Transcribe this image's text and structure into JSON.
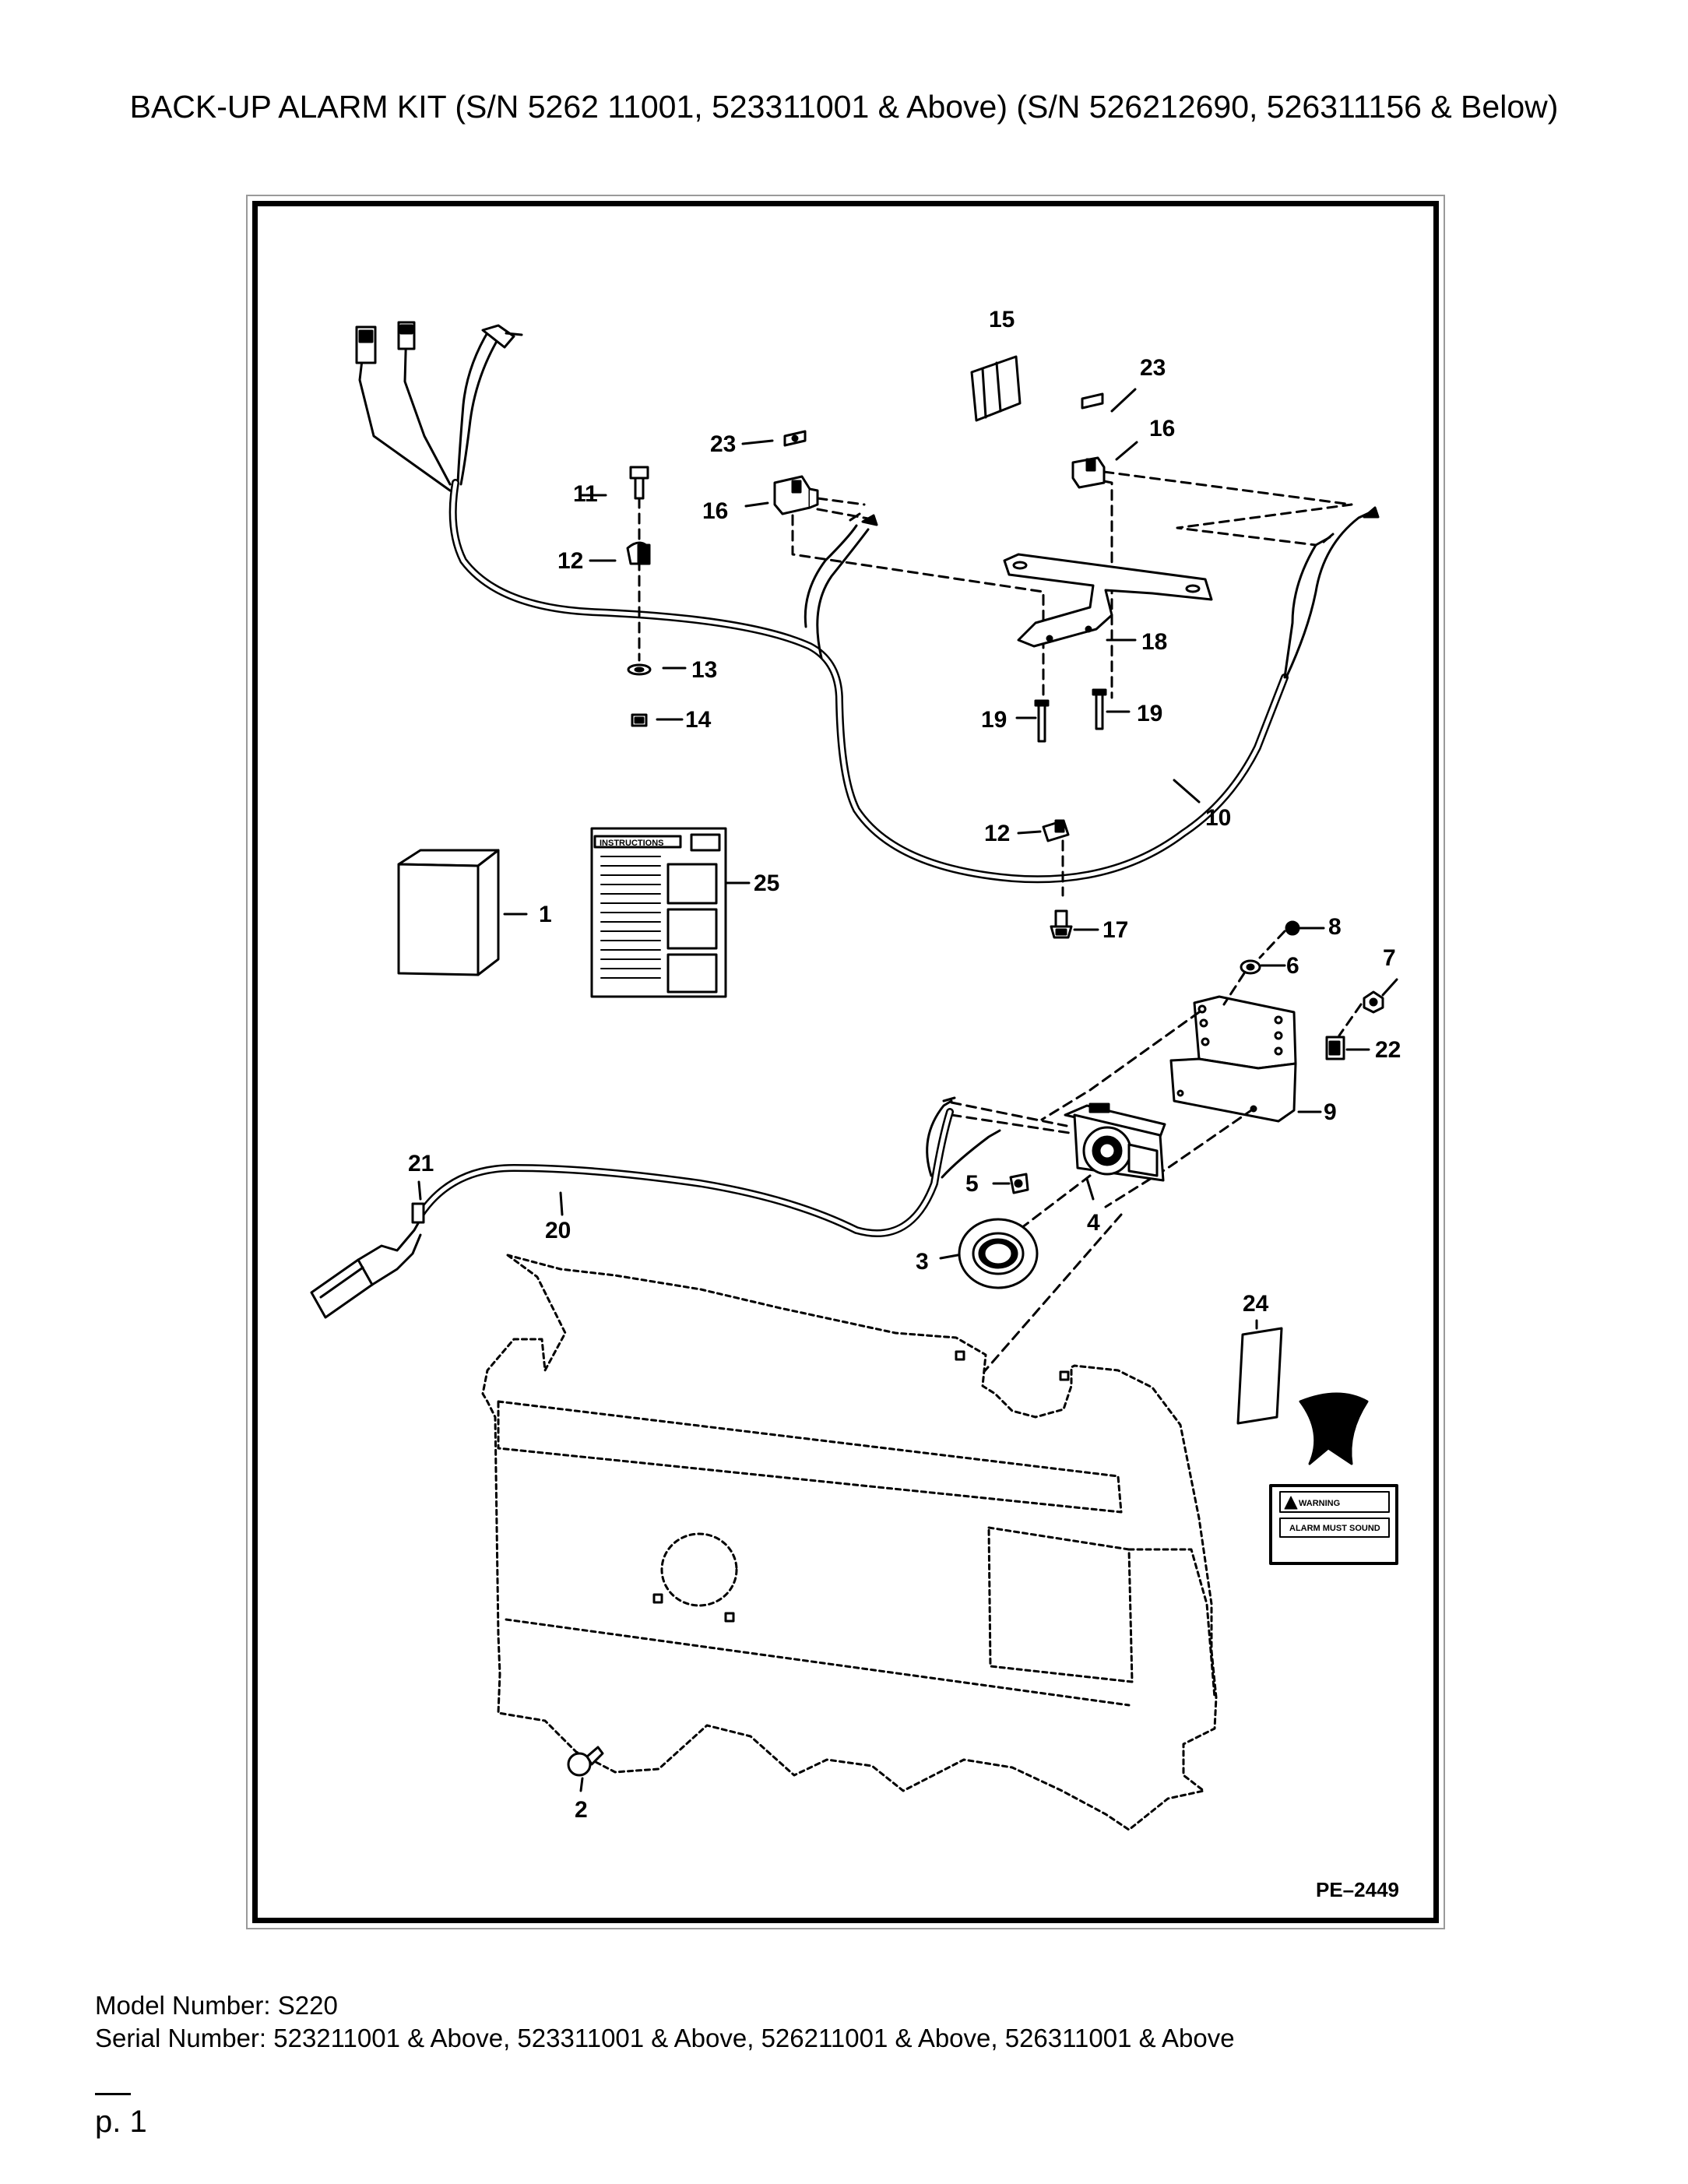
{
  "title": "BACK-UP ALARM KIT (S/N 5262 11001, 523311001 & Above) (S/N 526212690, 526311156 & Below)",
  "diagram": {
    "reference_code": "PE–2449",
    "callouts": {
      "c1": "1",
      "c2": "2",
      "c3": "3",
      "c4": "4",
      "c5": "5",
      "c6": "6",
      "c7": "7",
      "c8": "8",
      "c9": "9",
      "c10": "10",
      "c11": "11",
      "c12a": "12",
      "c12b": "12",
      "c13": "13",
      "c14": "14",
      "c15": "15",
      "c16a": "16",
      "c16b": "16",
      "c17": "17",
      "c18": "18",
      "c19a": "19",
      "c19b": "19",
      "c20": "20",
      "c21": "21",
      "c22": "22",
      "c23a": "23",
      "c23b": "23",
      "c24": "24",
      "c25": "25"
    },
    "instructions_label": "INSTRUCTIONS",
    "decal_warning": "WARNING",
    "decal_text": "ALARM MUST SOUND"
  },
  "footer": {
    "model": "Model Number: S220",
    "serial": "Serial Number: 523211001 & Above, 523311001 & Above, 526211001 & Above, 526311001 & Above",
    "page": "p. 1"
  }
}
